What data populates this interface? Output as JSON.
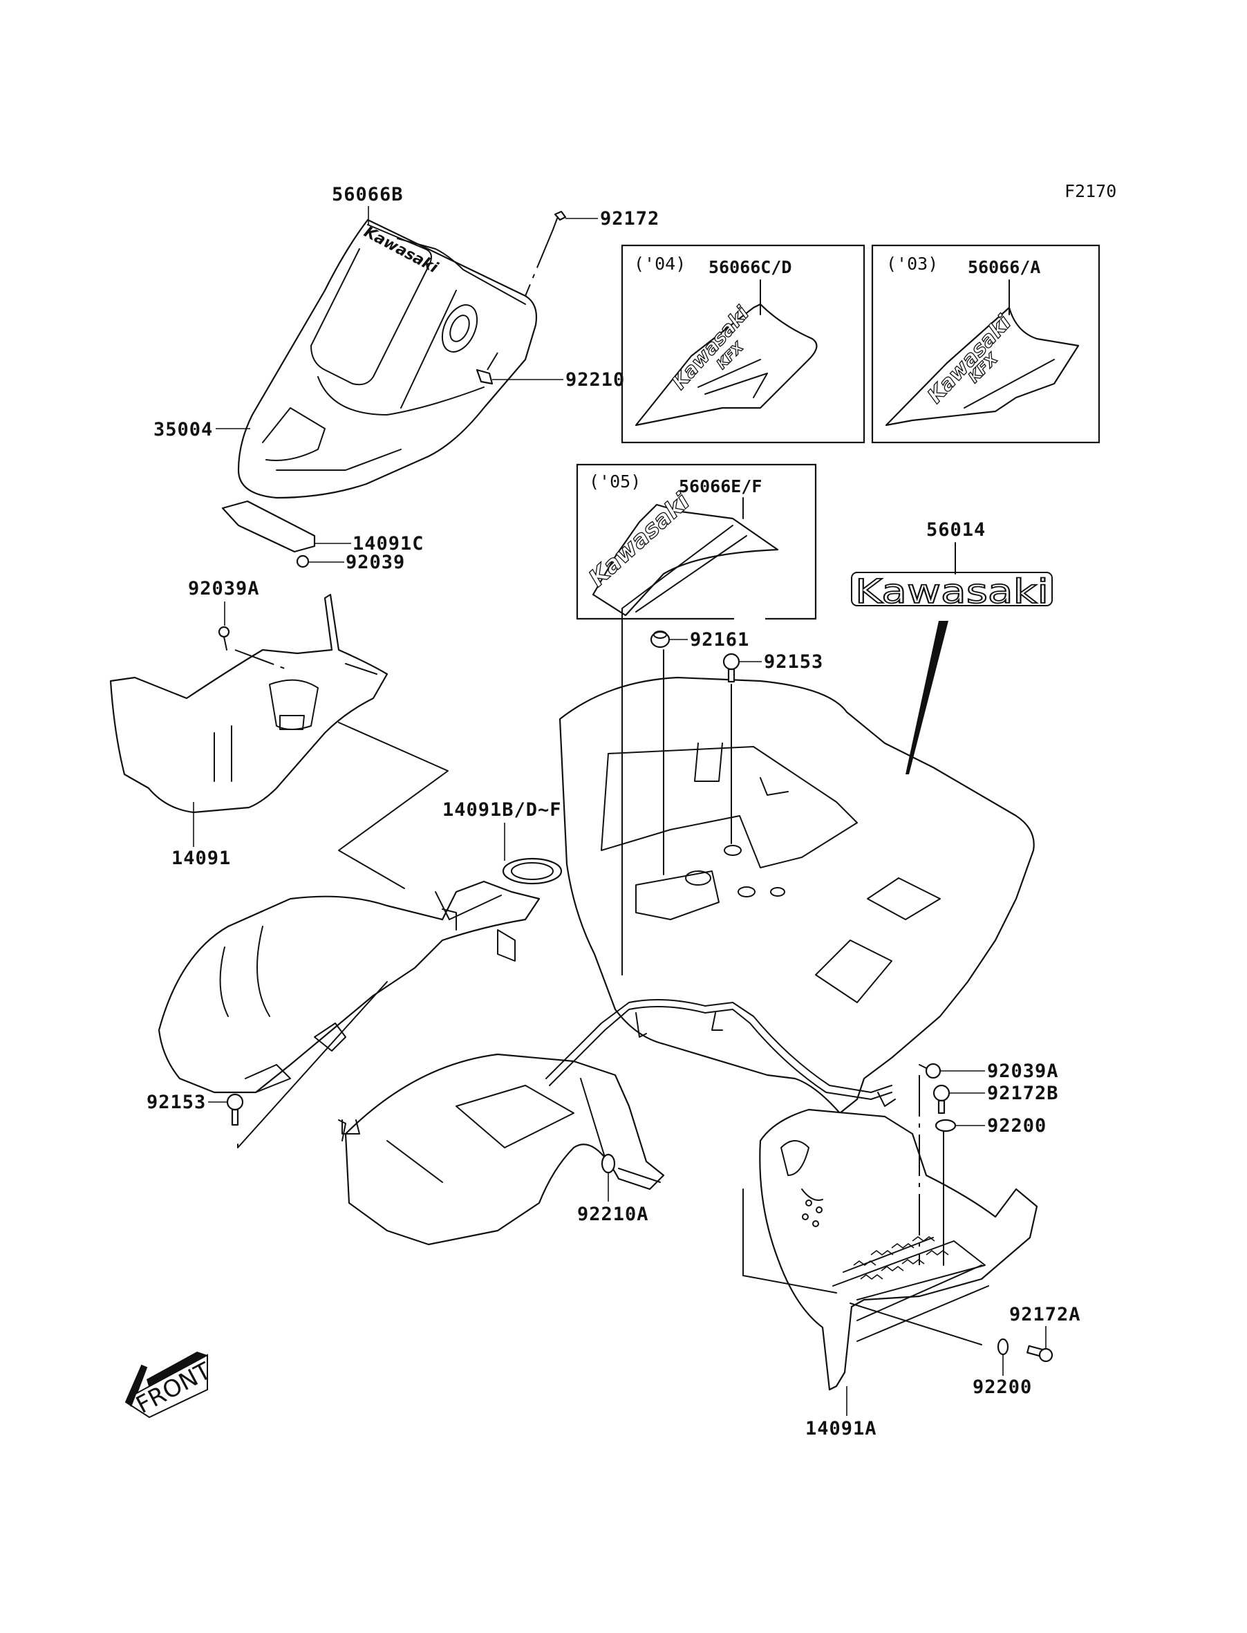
{
  "figure_code": "F2170",
  "callouts": {
    "decal_front_fender": "56066B",
    "front_fender": "35004",
    "screw_top": "92172",
    "clip_top": "92210",
    "cover_front_lower": "14091C",
    "clip_front_lower": "92039",
    "clip_left_cover": "92039A",
    "left_cover": "14091",
    "main_cover": "14091B/D~F",
    "bolt_left": "92153",
    "clip_fender": "92210A",
    "grommet": "92161",
    "bolt_center": "92153",
    "emblem": "56014",
    "clip_right": "92039A",
    "bolt_right": "92172B",
    "washer_right": "92200",
    "footrest": "14091A",
    "bolt_lower_right": "92172A",
    "washer_lower_right": "92200"
  },
  "variant_boxes": [
    {
      "year": "('04)",
      "part": "56066C/D"
    },
    {
      "year": "('03)",
      "part": "56066/A"
    },
    {
      "year": "('05)",
      "part": "56066E/F"
    }
  ],
  "decal_text": {
    "brand": "Kawasaki",
    "model": "KFX"
  },
  "direction_arrow": "FRONT"
}
